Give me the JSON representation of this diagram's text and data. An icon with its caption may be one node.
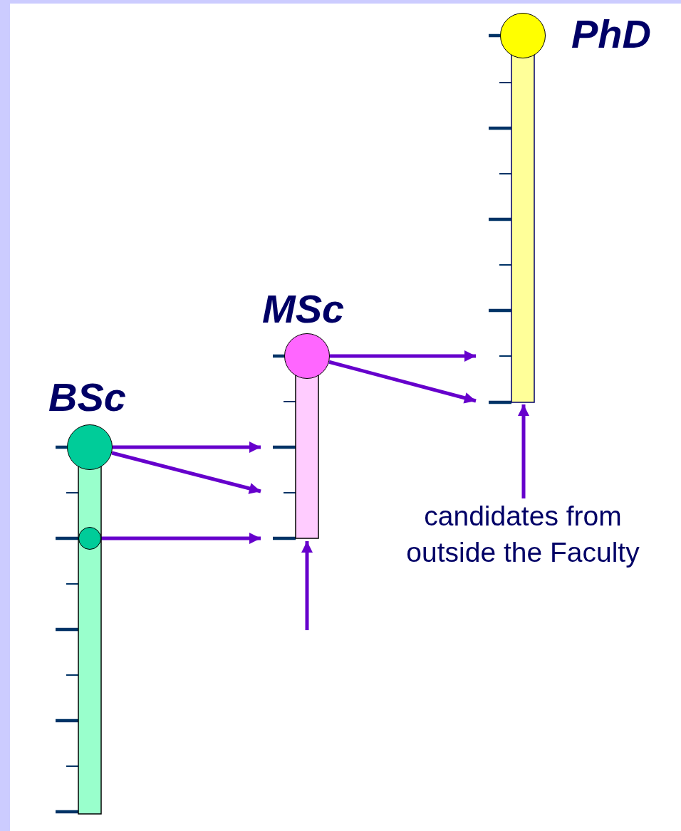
{
  "diagram": {
    "nodes": [
      {
        "text": [
          "BSc"
        ]
      },
      {
        "text": [],
        "shape": "circle"
      },
      {
        "text": [],
        "shape": "circle",
        "in": 0
      },
      {
        "text": [
          "MSc"
        ]
      },
      {
        "text": [],
        "shape": "circle"
      },
      {
        "text": [
          "PhD"
        ]
      },
      {
        "text": [],
        "shape": "circle"
      },
      {
        "text": [
          "candidates from outside the Faculty"
        ]
      }
    ],
    "edges": [
      {
        "from": 1,
        "to": 3,
        "arrow": "to"
      },
      {
        "from": 1,
        "to": 3,
        "arrow": "to"
      },
      {
        "from": 2,
        "to": 3,
        "arrow": "to"
      },
      {
        "from": null,
        "to": 3,
        "arrow": "to"
      },
      {
        "from": 4,
        "to": 5,
        "arrow": "to"
      },
      {
        "from": 4,
        "to": 5,
        "arrow": "to"
      },
      {
        "from": 7,
        "to": 5,
        "arrow": "to"
      }
    ]
  }
}
